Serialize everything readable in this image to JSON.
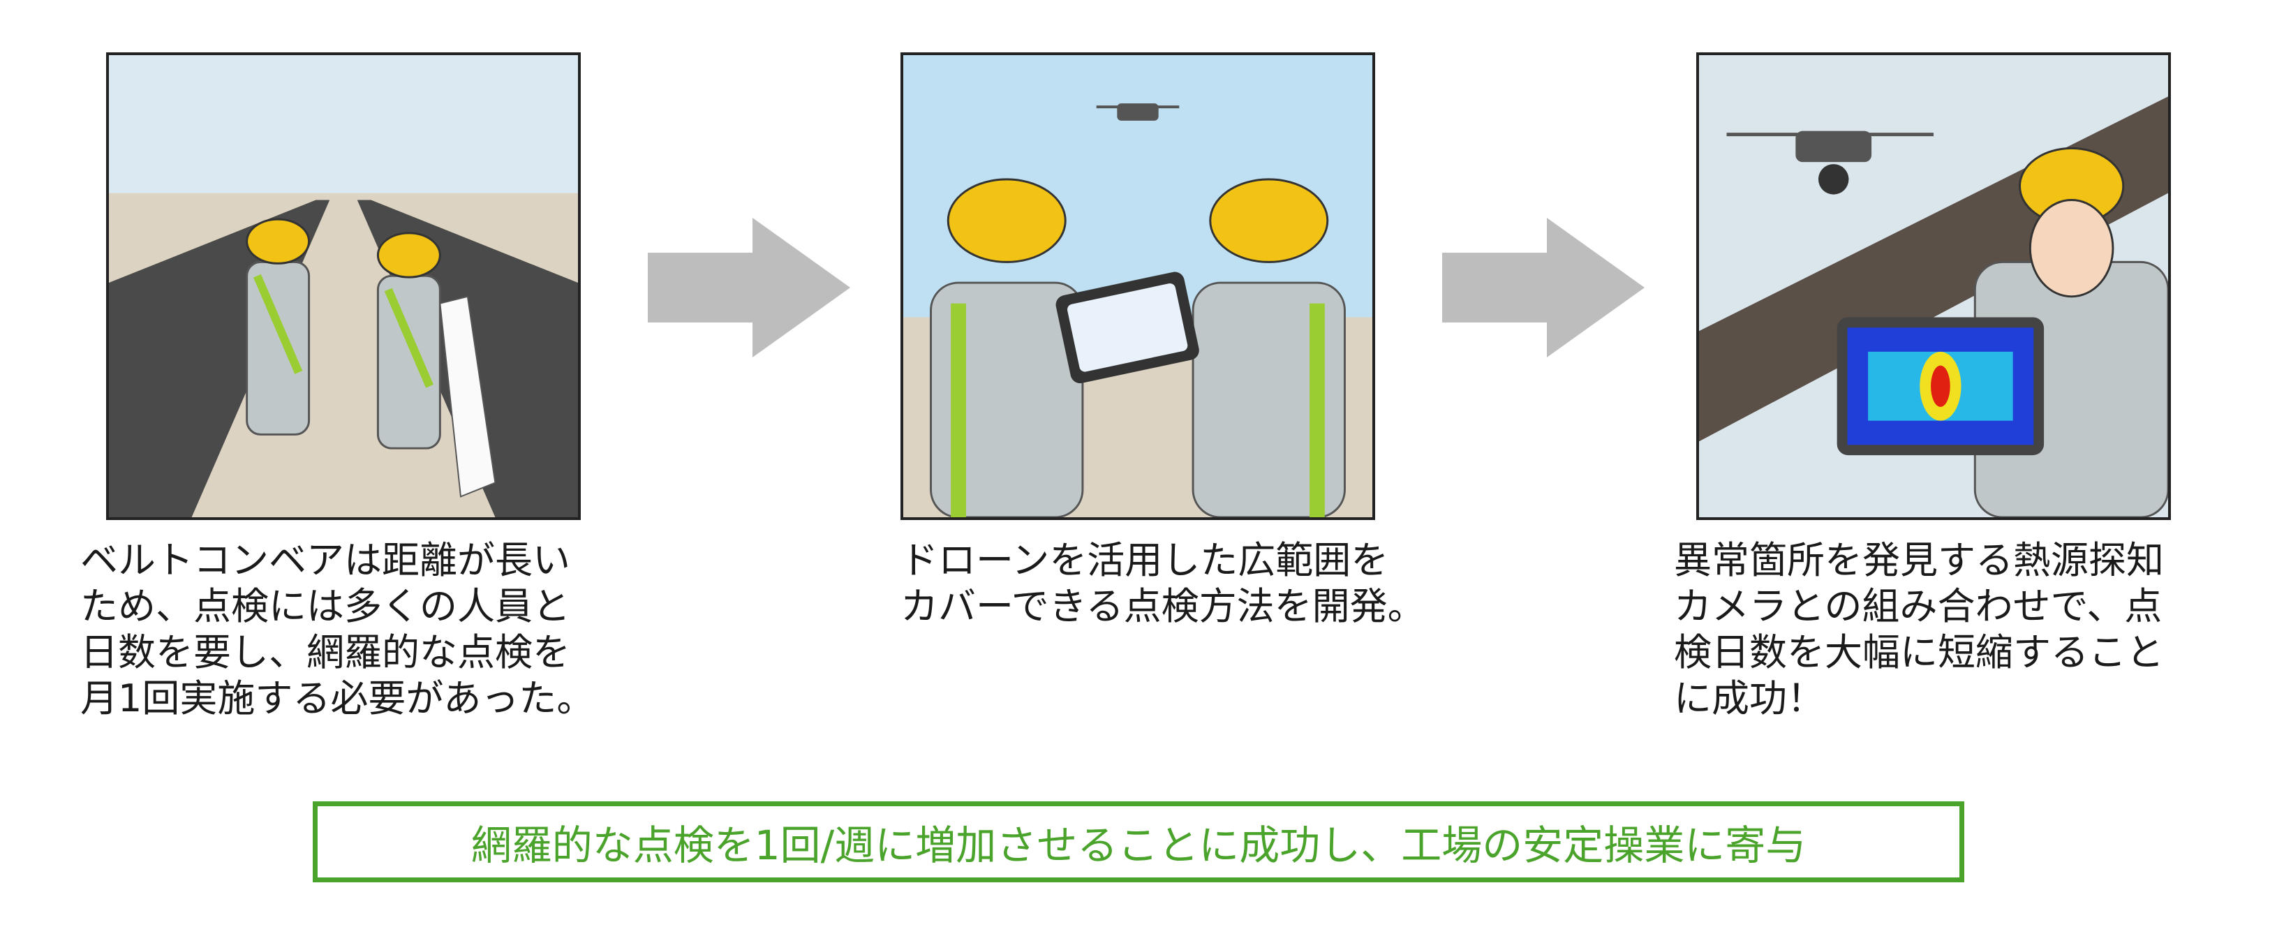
{
  "colors": {
    "accent_green": "#4aa32a",
    "arrow_gray": "#bdbdbd",
    "frame": "#222222"
  },
  "panels": [
    {
      "illustration": "workers-walking-conveyor-with-checklist",
      "caption": "ベルトコンベアは距離が長い\nため、点検には多くの人員と\n日数を要し、網羅的な点検を\n月1回実施する必要があった。"
    },
    {
      "illustration": "workers-with-tablet-and-drone",
      "caption": "ドローンを活用した広範囲を\nカバーできる点検方法を開発。"
    },
    {
      "illustration": "worker-showing-thermal-image-drone",
      "caption": "異常箇所を発見する熱源探知\nカメラとの組み合わせで、点\n検日数を大幅に短縮すること\nに成功！"
    }
  ],
  "arrows": [
    "arrow-right-icon",
    "arrow-right-icon"
  ],
  "result": "網羅的な点検を1回/週に増加させることに成功し、工場の安定操業に寄与"
}
